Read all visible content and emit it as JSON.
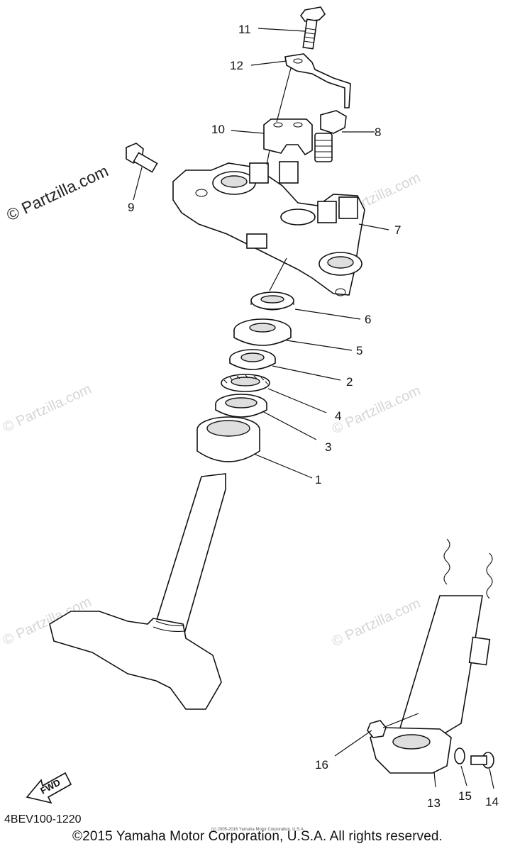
{
  "diagram": {
    "code": "4BEV100-1220",
    "copyright": "©2015 Yamaha Motor Corporation, U.S.A. All rights reserved.",
    "tiny_copyright": "(c) 2005-2016 Yamaha Motor Corporation, U.S.A.",
    "watermark_main": "© Partzilla.com",
    "watermark": "© Partzilla.com",
    "fwd_label": "FWD",
    "callouts": {
      "c1": "1",
      "c2": "2",
      "c3": "3",
      "c4": "4",
      "c5": "5",
      "c6": "6",
      "c7": "7",
      "c8": "8",
      "c9": "9",
      "c10": "10",
      "c11": "11",
      "c12": "12",
      "c13": "13",
      "c14": "14",
      "c15": "15",
      "c16": "16"
    }
  }
}
